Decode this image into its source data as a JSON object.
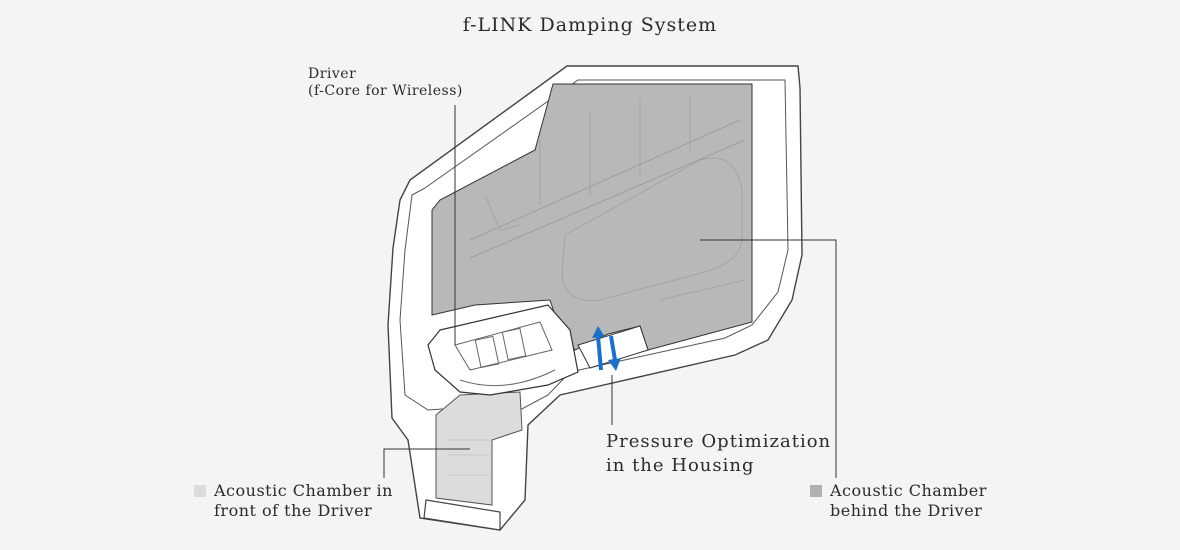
{
  "title": "f-LINK Damping System",
  "labels": {
    "driver_line1": "Driver",
    "driver_line2": "(f-Core for Wireless)",
    "pressure_line1": "Pressure Optimization",
    "pressure_line2": "in the Housing"
  },
  "legend": {
    "front_line1": "Acoustic Chamber in",
    "front_line2": "front of the Driver",
    "behind_line1": "Acoustic Chamber",
    "behind_line2": "behind the Driver"
  },
  "colors": {
    "background": "#f4f4f4",
    "housing_fill": "#ffffff",
    "chamber_behind": "#b8b8b8",
    "chamber_front": "#dcdcdc",
    "outline": "#444444",
    "arrow": "#1f6fc6"
  }
}
